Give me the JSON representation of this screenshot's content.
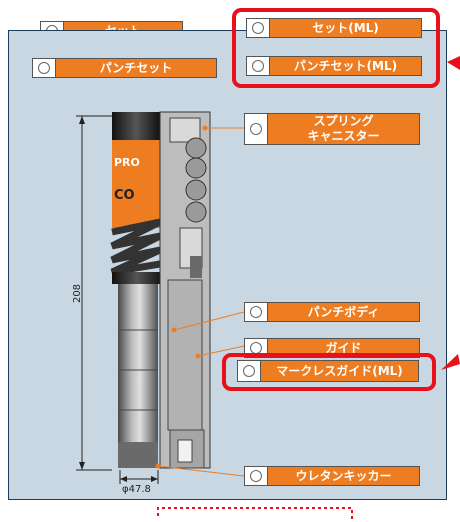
{
  "labels": {
    "set": "セット",
    "punch_set": "パンチセット",
    "set_ml": "セット(ML)",
    "punch_set_ml": "パンチセット(ML)",
    "spring_canister": "スプリング\nキャニスター",
    "punch_body": "パンチボディ",
    "guide": "ガイド",
    "markless_guide_ml": "マークレスガイド(ML)",
    "urethane_kicker": "ウレタンキッカー"
  },
  "dimensions": {
    "height": "208",
    "diameter": "φ47.8"
  },
  "product_logo": [
    "PRO",
    "CO"
  ],
  "colors": {
    "accent": "#ee7d22",
    "highlight": "#e8101a",
    "panel": "#c9d7e3"
  }
}
